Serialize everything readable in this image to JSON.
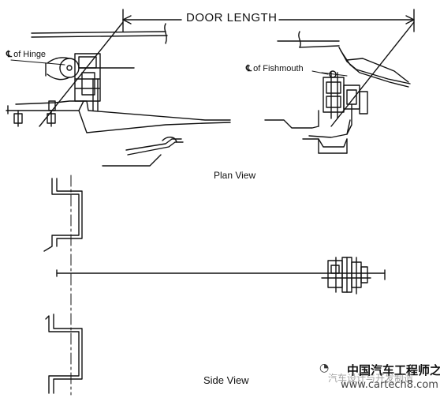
{
  "labels": {
    "door_length": "DOOR LENGTH",
    "cl_of_hinge": "of Hinge",
    "cl_of_fishmouth": "of Fishmouth",
    "centerline_symbol": "℄",
    "plan_view": "Plan View",
    "side_view": "Side View"
  },
  "watermark": {
    "chinese": "中国汽车工程师之家",
    "account": "汽车设计与开发制造",
    "url": "www.cartech8.com"
  },
  "colors": {
    "ink": "#111111",
    "background": "#ffffff"
  }
}
